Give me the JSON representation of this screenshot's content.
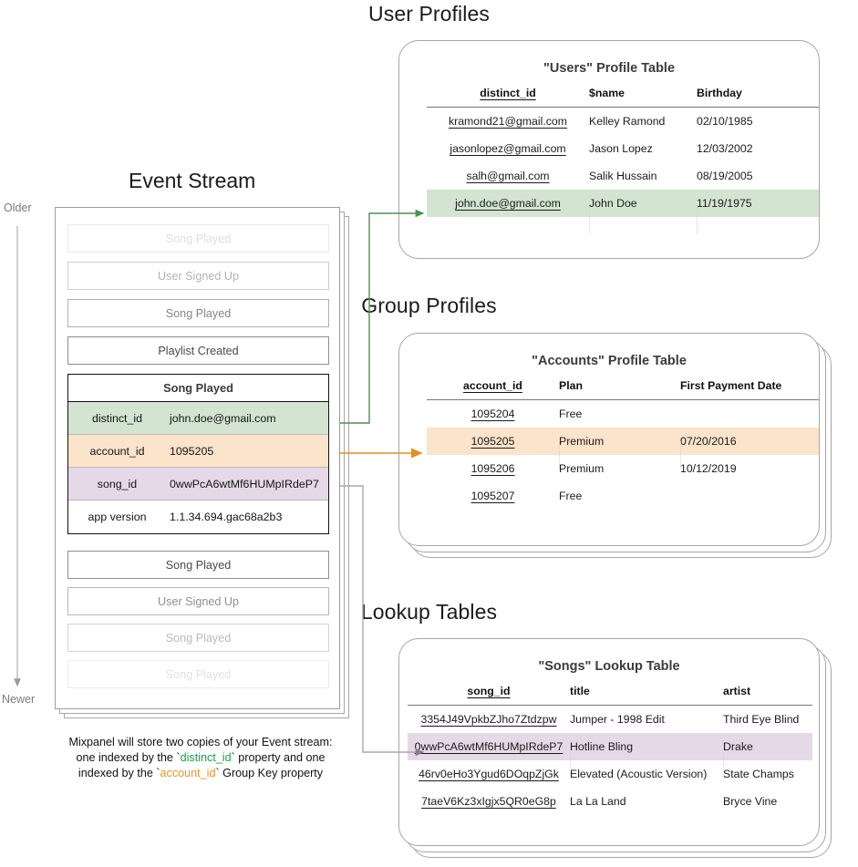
{
  "sections": {
    "user_profiles_title": "User Profiles",
    "group_profiles_title": "Group Profiles",
    "lookup_tables_title": "Lookup Tables",
    "event_stream_title": "Event Stream"
  },
  "colors": {
    "highlight_green": "#d3e5d1",
    "highlight_orange": "#fce3cb",
    "highlight_purple": "#e6d9e7",
    "arrow_green": "#4d9152",
    "arrow_orange": "#e0901f",
    "arrow_purple": "#8c7a93",
    "card_border": "#a6a6a6",
    "code_green": "#17a24a",
    "code_orange": "#f0931f"
  },
  "time_axis": {
    "older_label": "Older",
    "newer_label": "Newer"
  },
  "event_stream": {
    "events_above": [
      {
        "label": "Song Played",
        "opacity": 0.18
      },
      {
        "label": "User Signed Up",
        "opacity": 0.42
      },
      {
        "label": "Song Played",
        "opacity": 0.68
      },
      {
        "label": "Playlist Created",
        "opacity": 1.0
      }
    ],
    "focused_event": {
      "name": "Song Played",
      "properties": [
        {
          "key": "distinct_id",
          "value": "john.doe@gmail.com",
          "highlight": "green"
        },
        {
          "key": "account_id",
          "value": "1095205",
          "highlight": "orange"
        },
        {
          "key": "song_id",
          "value": "0wwPcA6wtMf6HUMpIRdeP7",
          "highlight": "purple"
        },
        {
          "key": "app version",
          "value": "1.1.34.694.gac68a2b3",
          "highlight": "none"
        }
      ]
    },
    "events_below": [
      {
        "label": "Song Played",
        "opacity": 1.0
      },
      {
        "label": "User Signed Up",
        "opacity": 0.62
      },
      {
        "label": "Song Played",
        "opacity": 0.38
      },
      {
        "label": "Song Played",
        "opacity": 0.16
      }
    ]
  },
  "caption": {
    "line1": "Mixpanel will store two copies of your Event stream:",
    "line2_pre": "one indexed by the ",
    "line2_code": "distinct_id",
    "line2_post": " property and one",
    "line3_pre": "indexed by the ",
    "line3_code": "account_id",
    "line3_post": " Group Key property"
  },
  "users_table": {
    "title": "\"Users\" Profile Table",
    "columns": [
      "distinct_id",
      "$name",
      "Birthday"
    ],
    "rows": [
      {
        "cells": [
          "kramond21@gmail.com",
          "Kelley Ramond",
          "02/10/1985"
        ],
        "highlight": "none"
      },
      {
        "cells": [
          "jasonlopez@gmail.com",
          "Jason Lopez",
          "12/03/2002"
        ],
        "highlight": "none"
      },
      {
        "cells": [
          "salh@gmail.com",
          "Salik Hussain",
          "08/19/2005"
        ],
        "highlight": "none"
      },
      {
        "cells": [
          "john.doe@gmail.com",
          "John Doe",
          "11/19/1975"
        ],
        "highlight": "green"
      }
    ]
  },
  "accounts_table": {
    "title": "\"Accounts\" Profile Table",
    "columns": [
      "account_id",
      "Plan",
      "First Payment Date"
    ],
    "rows": [
      {
        "cells": [
          "1095204",
          "Free",
          ""
        ],
        "highlight": "none"
      },
      {
        "cells": [
          "1095205",
          "Premium",
          "07/20/2016"
        ],
        "highlight": "orange"
      },
      {
        "cells": [
          "1095206",
          "Premium",
          "10/12/2019"
        ],
        "highlight": "none"
      },
      {
        "cells": [
          "1095207",
          "Free",
          ""
        ],
        "highlight": "none"
      }
    ]
  },
  "songs_table": {
    "title": "\"Songs\" Lookup Table",
    "columns": [
      "song_id",
      "title",
      "artist"
    ],
    "rows": [
      {
        "cells": [
          "3354J49VpkbZJho7Ztdzpw",
          "Jumper - 1998 Edit",
          "Third Eye Blind"
        ],
        "highlight": "none"
      },
      {
        "cells": [
          "0wwPcA6wtMf6HUMpIRdeP7",
          "Hotline Bling",
          "Drake"
        ],
        "highlight": "purple"
      },
      {
        "cells": [
          "46rv0eHo3Ygud6DOqpZjGk",
          "Elevated (Acoustic Version)",
          "State Champs"
        ],
        "highlight": "none"
      },
      {
        "cells": [
          "7taeV6Kz3xIgjx5QR0eG8p",
          "La La Land",
          "Bryce Vine"
        ],
        "highlight": "none"
      }
    ]
  }
}
